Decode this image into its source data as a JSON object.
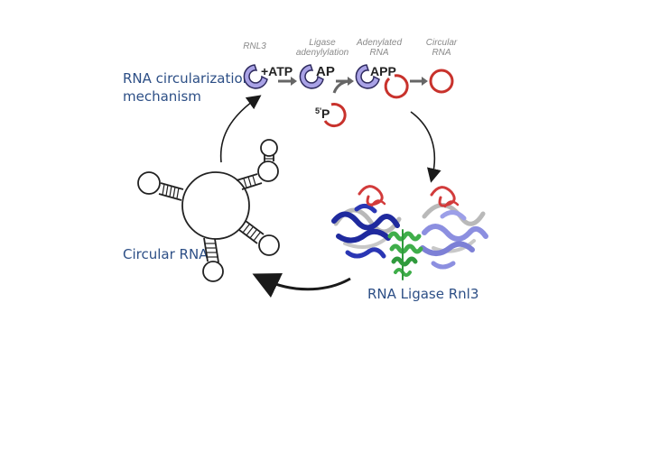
{
  "labels": {
    "mechanism_line1": "RNA circularization",
    "mechanism_line2": "mechanism",
    "circular_rna": "Circular RNA",
    "ligase": "RNA Ligase Rnl3"
  },
  "steps": [
    {
      "caption": "RNL3",
      "symbol": "+ATP"
    },
    {
      "caption_line1": "Ligase",
      "caption_line2": "adenylylation",
      "symbol": "AP"
    },
    {
      "caption_line1": "Adenylated",
      "caption_line2": "RNA",
      "symbol": "APP"
    },
    {
      "caption_line1": "Circular",
      "caption_line2": "RNA"
    }
  ],
  "substrate_label": "P",
  "substrate_superscript": "5'",
  "colors": {
    "label_blue": "#2d4f86",
    "enzyme_fill": "#a9a2e6",
    "rna_red": "#c8322c",
    "arrow_gray": "#666666",
    "cycle_arrow": "#1a1a1a",
    "protein_dark_blue": "#1f2a9e",
    "protein_light_blue": "#8c8fe0",
    "protein_green": "#3fae4a",
    "protein_red": "#d23b3b",
    "protein_gray": "#b9b9b9"
  }
}
